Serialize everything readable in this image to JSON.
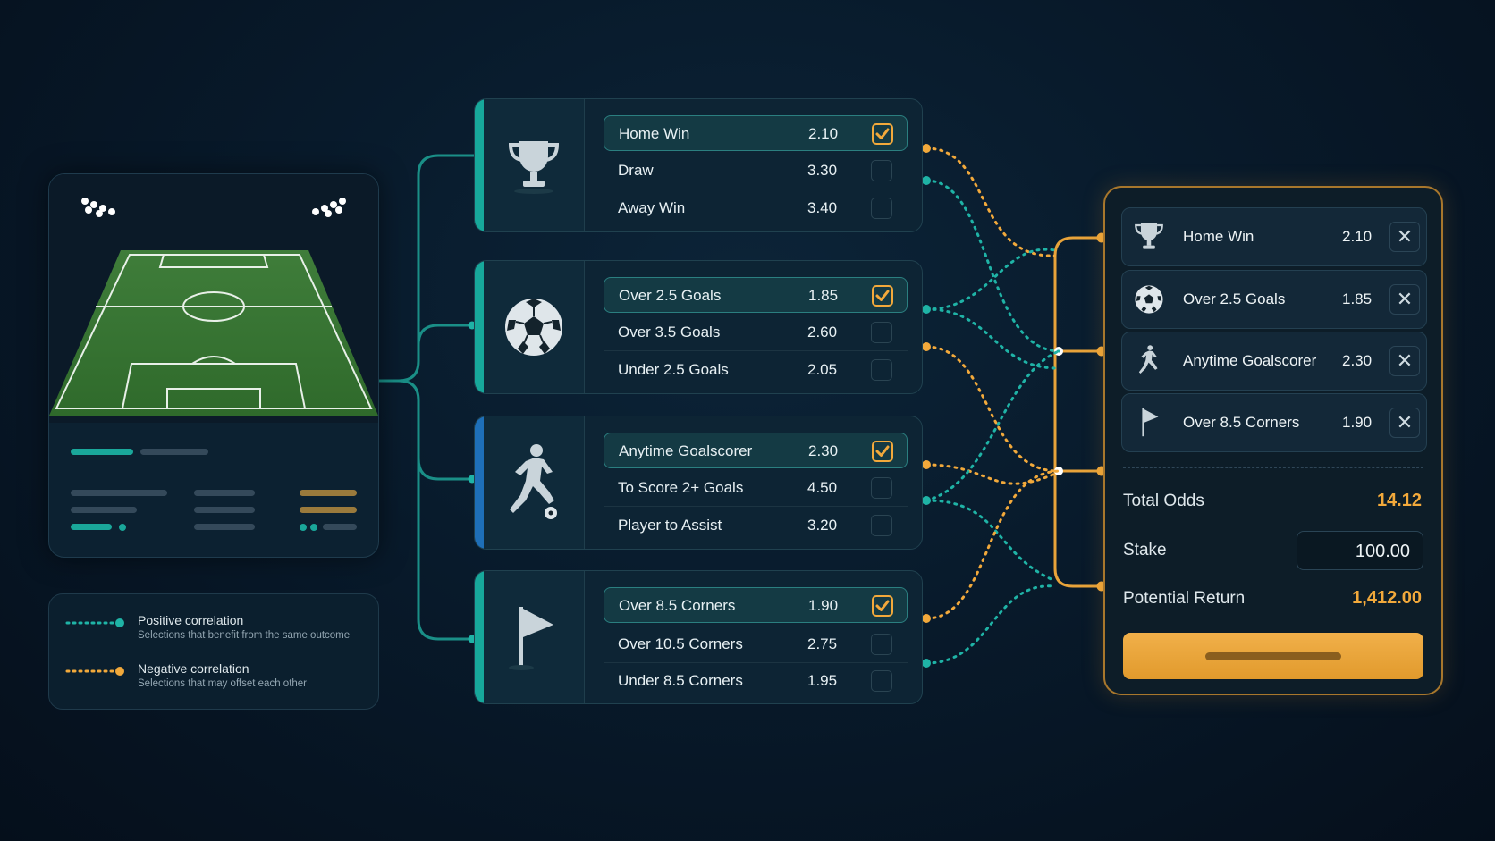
{
  "legend": {
    "positive": {
      "title": "Positive correlation",
      "subtitle": "Selections that benefit from the same outcome"
    },
    "negative": {
      "title": "Negative correlation",
      "subtitle": "Selections that may offset each other"
    }
  },
  "markets": [
    {
      "icon": "trophy-icon",
      "options": [
        {
          "label": "Home Win",
          "odds": "2.10",
          "selected": true
        },
        {
          "label": "Draw",
          "odds": "3.30",
          "selected": false
        },
        {
          "label": "Away Win",
          "odds": "3.40",
          "selected": false
        }
      ]
    },
    {
      "icon": "football-icon",
      "options": [
        {
          "label": "Over 2.5 Goals",
          "odds": "1.85",
          "selected": true
        },
        {
          "label": "Over 3.5 Goals",
          "odds": "2.60",
          "selected": false
        },
        {
          "label": "Under 2.5 Goals",
          "odds": "2.05",
          "selected": false
        }
      ]
    },
    {
      "icon": "player-kicking-icon",
      "options": [
        {
          "label": "Anytime Goalscorer",
          "odds": "2.30",
          "selected": true
        },
        {
          "label": "To Score 2+ Goals",
          "odds": "4.50",
          "selected": false
        },
        {
          "label": "Player to Assist",
          "odds": "3.20",
          "selected": false
        }
      ]
    },
    {
      "icon": "corner-flag-icon",
      "options": [
        {
          "label": "Over 8.5 Corners",
          "odds": "1.90",
          "selected": true
        },
        {
          "label": "Over 10.5 Corners",
          "odds": "2.75",
          "selected": false
        },
        {
          "label": "Under 8.5 Corners",
          "odds": "1.95",
          "selected": false
        }
      ]
    }
  ],
  "betslip": {
    "legs": [
      {
        "icon": "trophy-icon",
        "label": "Home Win",
        "odds": "2.10"
      },
      {
        "icon": "football-icon",
        "label": "Over 2.5 Goals",
        "odds": "1.85"
      },
      {
        "icon": "player-kicking-icon",
        "label": "Anytime Goalscorer",
        "odds": "2.30"
      },
      {
        "icon": "corner-flag-icon",
        "label": "Over 8.5 Corners",
        "odds": "1.90"
      }
    ],
    "total_odds_label": "Total Odds",
    "total_odds": "14.12",
    "stake_label": "Stake",
    "stake": "100.00",
    "return_label": "Potential Return",
    "potential_return": "1,412.00"
  },
  "colors": {
    "positive": "#1fb3a6",
    "negative": "#f2a93b",
    "accent_teal": "#17a89b",
    "accent_blue": "#1e6fb8",
    "gold": "#f2a93b"
  }
}
